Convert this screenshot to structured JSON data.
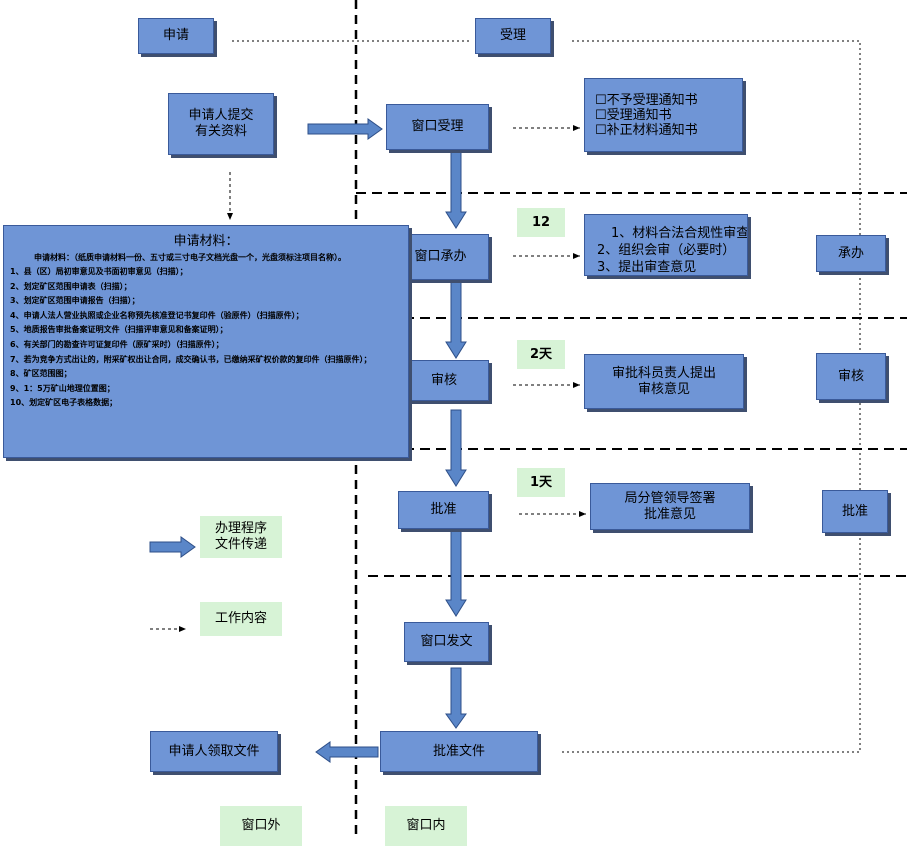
{
  "lanes": {
    "apply": "申请",
    "accept": "受理",
    "undertake": "承办",
    "review": "审核",
    "approve": "批准"
  },
  "nodes": {
    "submit": [
      "申请人提交",
      "有关资料"
    ],
    "window_accept": "窗口受理",
    "window_undertake": "窗口承办",
    "review": "审核",
    "approve": "批准",
    "window_issue": "窗口发文",
    "approval_doc": "批准文件",
    "collect": "申请人领取文件"
  },
  "notices": [
    "☐不予受理通知书",
    "☐受理通知书",
    "☐补正材料通知书"
  ],
  "undertake_work": [
    "1、材料合法合规性审查",
    "2、组织会审（必要时）",
    "3、提出审查意见"
  ],
  "review_work": [
    "审批科员责人提出",
    "审核意见"
  ],
  "approve_work": [
    "局分管领导签署",
    "批准意见"
  ],
  "durations": {
    "undertake": "12",
    "review": "2天",
    "approve": "1天"
  },
  "materials": {
    "title": "申请材料：",
    "intro": "申请材料：（纸质申请材料一份、五寸或三寸电子文档光盘一个，光盘须标注项目名称）。",
    "items": [
      "1、县（区）局初审意见及书面初审意见（扫描）；",
      "2、划定矿区范围申请表（扫描）；",
      "3、划定矿区范围申请报告（扫描）；",
      "4、申请人法人营业执照或企业名称预先核准登记书复印件（验原件）（扫描原件）；",
      "5、地质报告审批备案证明文件（扫描评审意见和备案证明）；",
      "6、有关部门的勘查许可证复印件（原矿采时）（扫描原件）；",
      "7、若为竞争方式出让的，附采矿权出让合同，成交确认书，已缴纳采矿权价款的复印件（扫描原件）；",
      "8、矿区范围图；",
      "9、1：5万矿山地理位置图；",
      "10、划定矿区电子表格数据；"
    ]
  },
  "legend": {
    "flow": [
      "办理程序",
      "文件传递"
    ],
    "work": "工作内容"
  },
  "zones": {
    "outside": "窗口外",
    "inside": "窗口内"
  }
}
